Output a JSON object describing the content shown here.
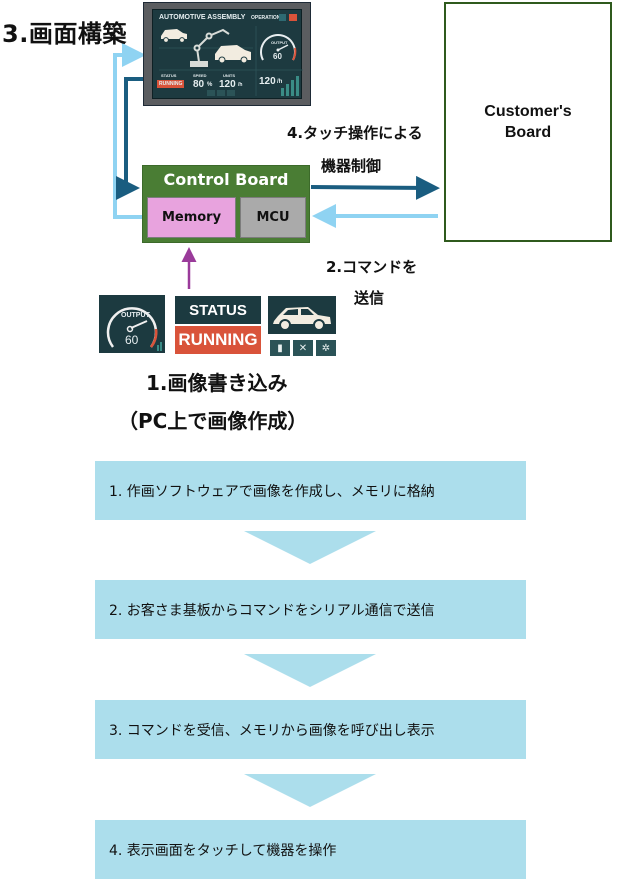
{
  "diagram": {
    "section_3_title": "3.画面構築",
    "hmi_screen": {
      "title": "AUTOMOTIVE ASSEMBLY",
      "operation_label": "OPERATION",
      "status_label": "STATUS",
      "status_value": "RUNNING",
      "speed_label": "SPEED",
      "speed_value": "80",
      "speed_unit": "%",
      "units_label": "UNITS",
      "units_value": "120",
      "units_unit": "/h",
      "rate_value": "120",
      "rate_unit": "/h",
      "gauge_label": "OUTPUT",
      "gauge_value": "60"
    },
    "customer_board": {
      "line1": "Customer's",
      "line2": "Board"
    },
    "control_board": {
      "label": "Control Board",
      "memory_label": "Memory",
      "mcu_label": "MCU"
    },
    "arrow_4_label_line1": "4.タッチ操作による",
    "arrow_4_label_line2": "機器制御",
    "arrow_2_label_line1": "2.コマンドを",
    "arrow_2_label_line2": "送信",
    "widgets": {
      "gauge_label": "OUTPUT",
      "gauge_value": "60",
      "status_label": "STATUS",
      "status_value": "RUNNING",
      "icons": [
        "signal-bars-icon",
        "tools-icon",
        "gear-icon"
      ]
    },
    "section_1_line1": "1.画像書き込み",
    "section_1_line2": "（PC上で画像作成）",
    "colors": {
      "control_board_green": "#4a7d34",
      "memory_pink": "#e8a3de",
      "mcu_gray": "#aaaaaa",
      "dark_arrow": "#1a5d80",
      "light_arrow": "#8fd3f2",
      "memory_arrow": "#9a3b9a",
      "step_fill": "#acdeec",
      "running_red": "#d9533a",
      "screen_teal": "#1c3a40"
    }
  },
  "steps": [
    {
      "label": "1. 作画ソフトウェアで画像を作成し、メモリに格納"
    },
    {
      "label": "2. お客さま基板からコマンドをシリアル通信で送信"
    },
    {
      "label": "3. コマンドを受信、メモリから画像を呼び出し表示"
    },
    {
      "label": "4. 表示画面をタッチして機器を操作"
    }
  ]
}
